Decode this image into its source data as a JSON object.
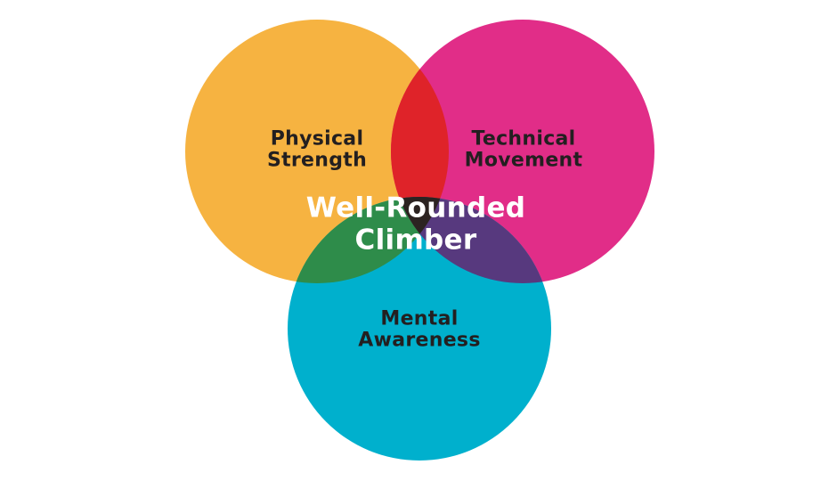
{
  "diagram": {
    "type": "venn",
    "background_color": "#ffffff",
    "colors": {
      "physical_circle": "#F6B341",
      "technical_circle": "#E12D88",
      "mental_circle": "#00B0CD",
      "physical_technical_overlap": "#DF2329",
      "physical_mental_overlap": "#2E8C4A",
      "technical_mental_overlap": "#57397E",
      "triple_overlap": "#2C2321",
      "set_label_text": "#231F20",
      "center_label_text": "#FFFFFF"
    },
    "sets": [
      {
        "id": "physical-strength",
        "line1": "Physical",
        "line2": "Strength"
      },
      {
        "id": "technical-movement",
        "line1": "Technical",
        "line2": "Movement"
      },
      {
        "id": "mental-awareness",
        "line1": "Mental",
        "line2": "Awareness"
      }
    ],
    "center": {
      "line1": "Well-Rounded",
      "line2": "Climber"
    }
  }
}
